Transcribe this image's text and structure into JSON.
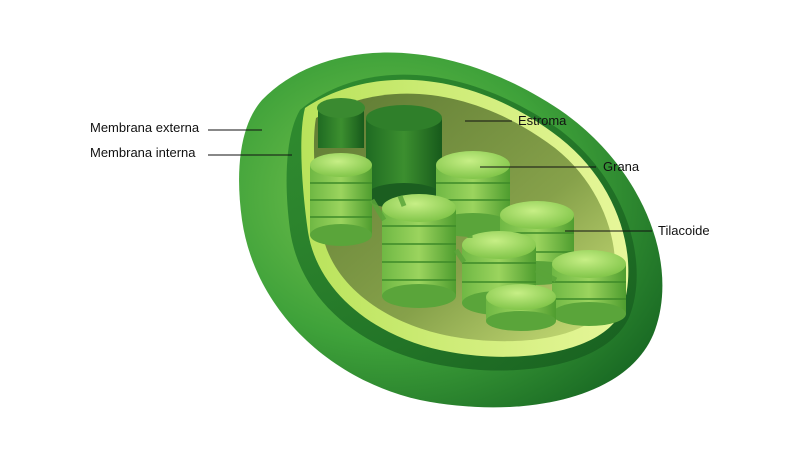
{
  "labels": {
    "outer_membrane": "Membrana externa",
    "inner_membrane": "Membrana interna",
    "stroma": "Estroma",
    "grana": "Grana",
    "thylakoid": "Tilacoide"
  },
  "colors": {
    "outer_dark": "#1f7a2a",
    "outer_mid": "#3fa23a",
    "outer_light": "#7cc64f",
    "inner_band": "#d8ee7a",
    "stroma": "#6e8a3e",
    "granum_top": "#a6dc62",
    "granum_side": "#4f9d2f",
    "granum_dark": "#1f6b22",
    "text": "#111111"
  }
}
